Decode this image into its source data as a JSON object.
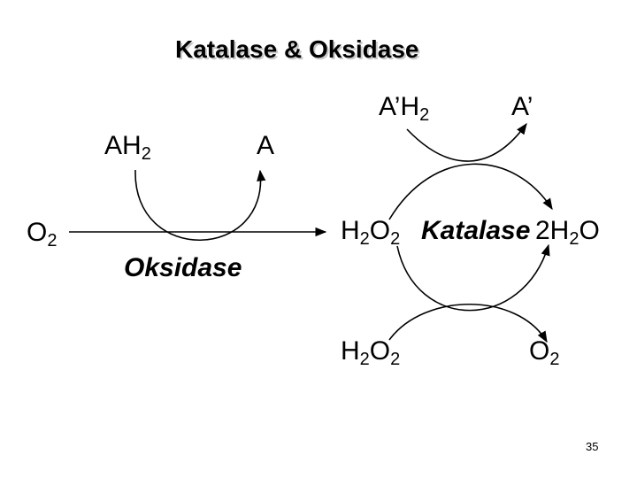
{
  "title": "Katalase & Oksidase",
  "page_number": "35",
  "oxidase": {
    "substrate": {
      "base": "AH",
      "sub": "2"
    },
    "product": "A",
    "reactant": {
      "base": "O",
      "sub": "2"
    },
    "enzyme": "Oksidase"
  },
  "catalase": {
    "donor": {
      "base": "A’H",
      "sub": "2"
    },
    "donor_product": "A’",
    "peroxide": {
      "h": "H",
      "h_sub": "2",
      "o": "O",
      "o_sub": "2"
    },
    "enzyme": "Katalase",
    "water": {
      "pre": "2H",
      "sub": "2",
      "post": "O"
    },
    "peroxide2": {
      "h": "H",
      "h_sub": "2",
      "o": "O",
      "o_sub": "2"
    },
    "oxygen": {
      "base": "O",
      "sub": "2"
    }
  }
}
